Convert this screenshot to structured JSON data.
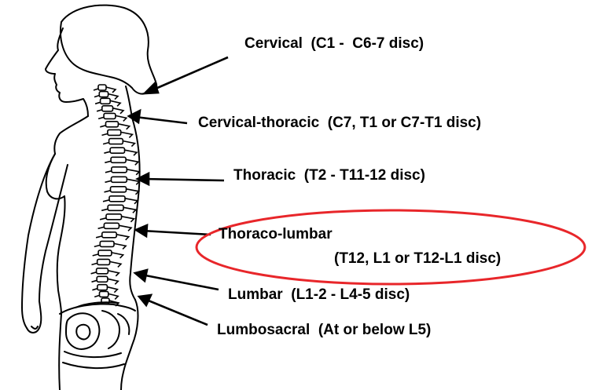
{
  "regions": [
    {
      "id": "cervical",
      "name": "Cervical",
      "range": "(C1 -  C6-7 disc)"
    },
    {
      "id": "cervical-thoracic",
      "name": "Cervical-thoracic",
      "range": "(C7, T1 or C7-T1 disc)"
    },
    {
      "id": "thoracic",
      "name": "Thoracic",
      "range": "(T2 - T11-12 disc)"
    },
    {
      "id": "thoraco-lumbar",
      "name": "Thoraco-lumbar",
      "range": "(T12, L1 or T12-L1 disc)"
    },
    {
      "id": "lumbar",
      "name": "Lumbar",
      "range": "(L1-2 - L4-5 disc)"
    },
    {
      "id": "lumbosacral",
      "name": "Lumbosacral",
      "range": "(At or below L5)"
    }
  ],
  "highlight": {
    "region": "thoraco-lumbar",
    "color": "#e8262a"
  },
  "colors": {
    "line": "#000000",
    "label": "#000000",
    "background": "#ffffff"
  }
}
